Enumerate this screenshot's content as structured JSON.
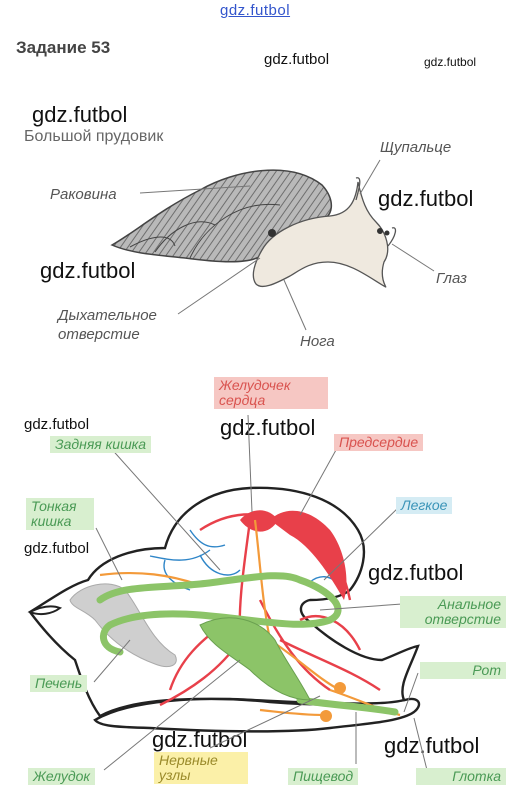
{
  "watermark": {
    "top": "gdz.futbol",
    "small": "gdz.futbol",
    "large": "gdz.futbol"
  },
  "page_title": "Задание 53",
  "snail": {
    "caption": "Большой прудовик",
    "labels": {
      "shell": "Раковина",
      "tentacle": "Щупальце",
      "eye": "Глаз",
      "breathing_hole": "Дыхательное отверстие",
      "foot": "Нога"
    }
  },
  "anatomy": {
    "labels": {
      "ventricle": "Желудочек сердца",
      "hindgut": "Задняя кишка",
      "atrium": "Предсердие",
      "small_intestine": "Тонкая кишка",
      "lung": "Легкое",
      "anal_opening": "Анальное отверстие",
      "mouth": "Рот",
      "liver": "Печень",
      "stomach": "Желудок",
      "nerve_ganglia": "Нервные узлы",
      "esophagus": "Пищевод",
      "pharynx": "Глотка"
    },
    "colors": {
      "green_tag": "#d8efcf",
      "red_tag": "#f6c7c3",
      "blue_tag": "#d5ecf4",
      "yellow_tag": "#fbf0a8",
      "gut": "#8cc468",
      "blood_vessels": "#e8404a",
      "nerves": "#f39a3a",
      "lung_vessels": "#2f86c8",
      "liver": "#c8c8c8"
    }
  }
}
